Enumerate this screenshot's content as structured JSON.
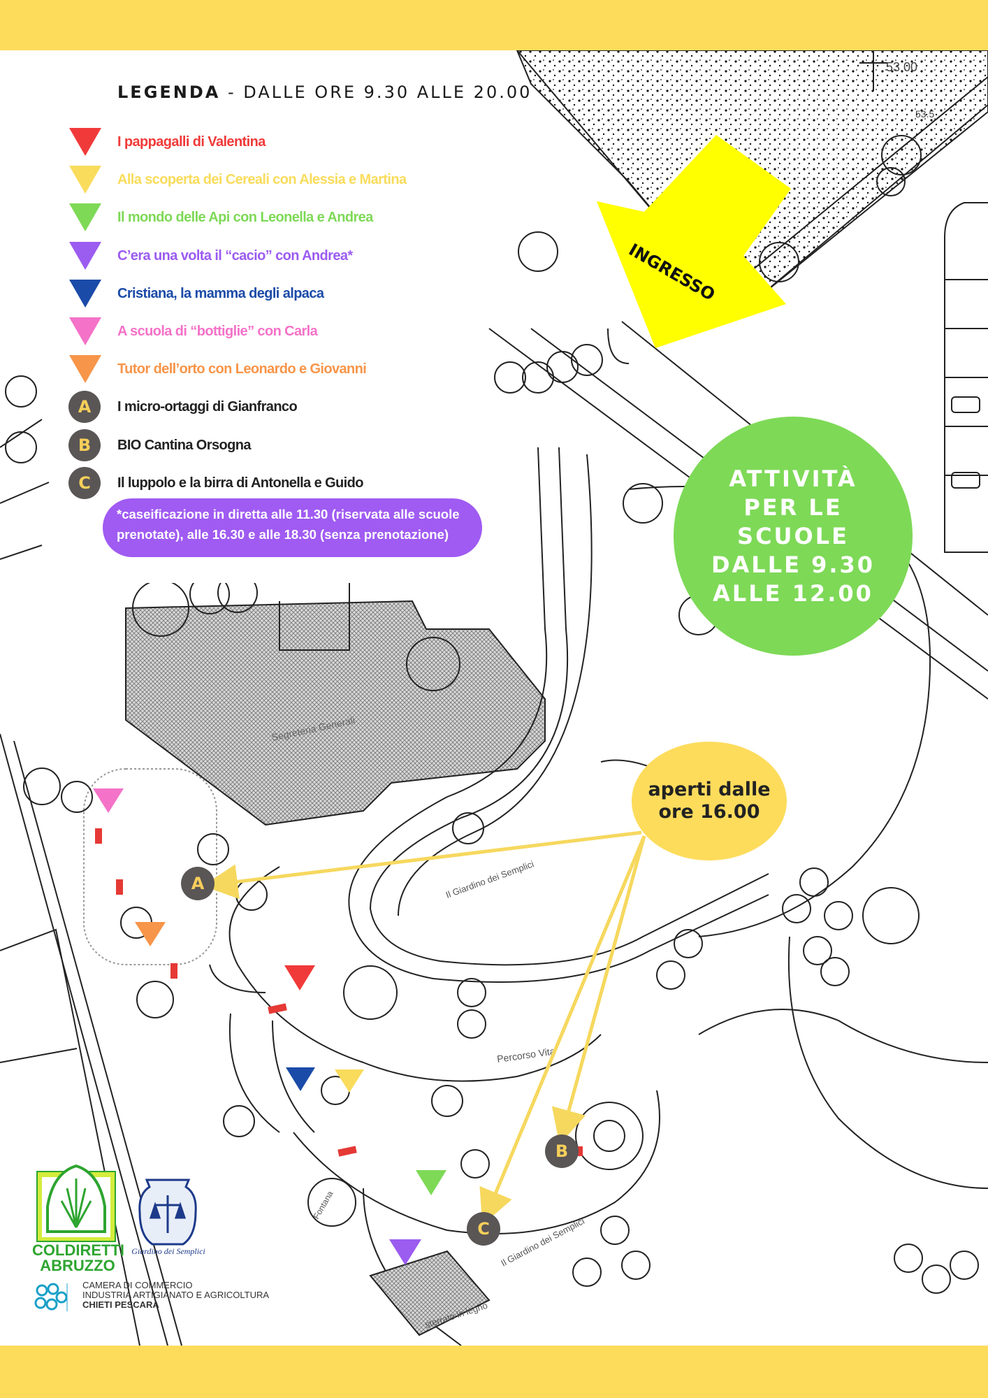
{
  "legend": {
    "title_bold": "LEGENDA",
    "title_rest": " - DALLE ORE 9.30 ALLE 20.00",
    "items": [
      {
        "marker": "triangle",
        "color": "#f03a3a",
        "label": "I pappagalli di Valentina"
      },
      {
        "marker": "triangle",
        "color": "#f9dc5c",
        "label": "Alla scoperta dei Cereali con  Alessia e Martina"
      },
      {
        "marker": "triangle",
        "color": "#7ed957",
        "label": "Il mondo delle Api con Leonella e Andrea"
      },
      {
        "marker": "triangle",
        "color": "#9b5cf0",
        "label": "C’era una volta il “cacio” con Andrea*"
      },
      {
        "marker": "triangle",
        "color": "#1b4ba8",
        "label": "Cristiana, la mamma degli alpaca"
      },
      {
        "marker": "triangle",
        "color": "#f472c8",
        "label": "A scuola di “bottiglie” con Carla"
      },
      {
        "marker": "triangle",
        "color": "#f7954a",
        "label": "Tutor dell’orto con Leonardo e Giovanni"
      },
      {
        "marker": "circle",
        "letter": "A",
        "color": "#222222",
        "label": "I micro-ortaggi di Gianfranco"
      },
      {
        "marker": "circle",
        "letter": "B",
        "color": "#222222",
        "label": "BIO Cantina Orsogna"
      },
      {
        "marker": "circle",
        "letter": "C",
        "color": "#222222",
        "label": "Il luppolo e la birra di Antonella e Guido"
      }
    ],
    "note": "*caseificazione in diretta alle 11.30 (riservata alle scuole prenotate), alle 16.30 e alle 18.30 (senza prenotazione)"
  },
  "entrance": {
    "label": "INGRESSO",
    "color": "#ffff00"
  },
  "schools": {
    "text": "ATTIVITÀ\nPER LE\nSCUOLE\nDALLE 9.30\nALLE 12.00",
    "color": "#7ed957"
  },
  "open_from": {
    "text": "aperti dalle\nore 16.00",
    "color": "#fddc5c"
  },
  "map_labels": {
    "stand_a": "A",
    "stand_b": "B",
    "stand_c": "C",
    "building_label": "Segreteria Generali",
    "path_label_1": "Il Giardino dei Semplici",
    "path_label_2": "Percorso Vita",
    "path_label_3": "Il Giardino dei Semplici",
    "path_label_4": "Fontana",
    "path_label_5": "sterrato in legno",
    "elevation_1": "53.00",
    "elevation_2": "53.5"
  },
  "logos": {
    "coldiretti": "COLDIRETTI\nABRUZZO",
    "giardino": "Giardino dei Semplici",
    "camera": [
      "CAMERA DI COMMERCIO",
      "INDUSTRIA ARTIGIANATO E AGRICOLTURA",
      "CHIETI PESCARA"
    ]
  },
  "colors": {
    "band": "#fddc5c",
    "arrow": "#f6d85e",
    "circle_marker": "#5a5656",
    "note_bg": "#a05bf2"
  }
}
